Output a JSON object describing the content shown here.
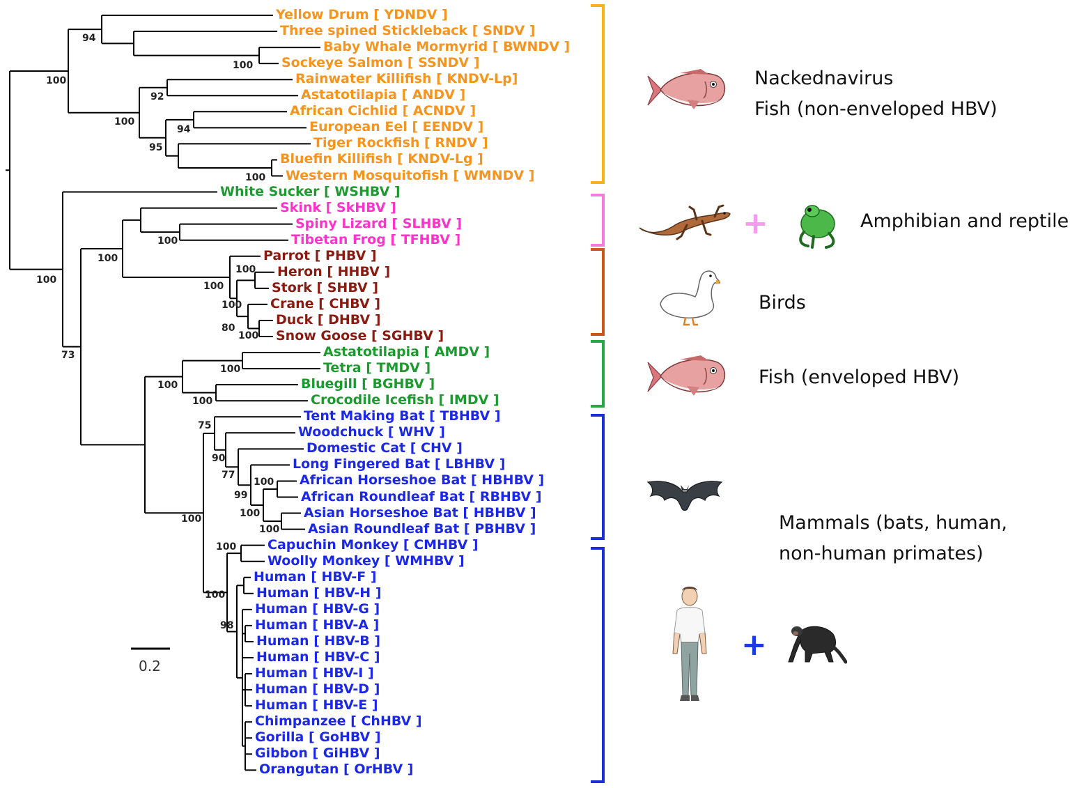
{
  "colors": {
    "orange": "#f7941d",
    "green": "#1d9a2f",
    "magenta": "#ff33cc",
    "darkred": "#8b1a10",
    "blue": "#1c28e8",
    "bracket_fish_nonenveloped": "#f6b21b",
    "bracket_amphibian": "#f27bd9",
    "bracket_birds": "#c8581d",
    "bracket_fish_enveloped": "#27a844",
    "bracket_mammals": "#1c2fd6",
    "plus_pink": "#f99af0",
    "plus_blue": "#1c3ae8"
  },
  "taxa": [
    {
      "name": "Yellow Drum [ YDNDV ]",
      "color": "orange"
    },
    {
      "name": "Three spined Stickleback [ SNDV ]",
      "color": "orange"
    },
    {
      "name": "Baby Whale Mormyrid [ BWNDV ]",
      "color": "orange"
    },
    {
      "name": "Sockeye Salmon [ SSNDV ]",
      "color": "orange"
    },
    {
      "name": "Rainwater Killifish [ KNDV-Lp]",
      "color": "orange"
    },
    {
      "name": "Astatotilapia [ ANDV ]",
      "color": "orange"
    },
    {
      "name": "African Cichlid [ ACNDV ]",
      "color": "orange"
    },
    {
      "name": "European Eel [ EENDV ]",
      "color": "orange"
    },
    {
      "name": "Tiger Rockfish [ RNDV ]",
      "color": "orange"
    },
    {
      "name": "Bluefin Killifish [ KNDV-Lg ]",
      "color": "orange"
    },
    {
      "name": "Western Mosquitofish [ WMNDV ]",
      "color": "orange"
    },
    {
      "name": "White Sucker [ WSHBV ]",
      "color": "green"
    },
    {
      "name": "Skink [ SkHBV ]",
      "color": "magenta"
    },
    {
      "name": "Spiny Lizard [ SLHBV ]",
      "color": "magenta"
    },
    {
      "name": "Tibetan Frog [ TFHBV ]",
      "color": "magenta"
    },
    {
      "name": "Parrot [ PHBV ]",
      "color": "darkred"
    },
    {
      "name": "Heron [ HHBV ]",
      "color": "darkred"
    },
    {
      "name": "Stork [ SHBV ]",
      "color": "darkred"
    },
    {
      "name": "Crane [ CHBV ]",
      "color": "darkred"
    },
    {
      "name": "Duck [ DHBV ]",
      "color": "darkred"
    },
    {
      "name": "Snow Goose [ SGHBV ]",
      "color": "darkred"
    },
    {
      "name": "Astatotilapia [ AMDV ]",
      "color": "green"
    },
    {
      "name": "Tetra [ TMDV ]",
      "color": "green"
    },
    {
      "name": "Bluegill [ BGHBV ]",
      "color": "green"
    },
    {
      "name": "Crocodile Icefish [ IMDV ]",
      "color": "green"
    },
    {
      "name": "Tent Making Bat [ TBHBV ]",
      "color": "blue"
    },
    {
      "name": "Woodchuck [ WHV ]",
      "color": "blue"
    },
    {
      "name": "Domestic Cat [ CHV ]",
      "color": "blue"
    },
    {
      "name": "Long Fingered Bat [ LBHBV ]",
      "color": "blue"
    },
    {
      "name": "African Horseshoe Bat [ HBHBV ]",
      "color": "blue"
    },
    {
      "name": "African Roundleaf Bat [ RBHBV ]",
      "color": "blue"
    },
    {
      "name": "Asian Horseshoe Bat [ HBHBV ]",
      "color": "blue"
    },
    {
      "name": "Asian Roundleaf Bat [ PBHBV ]",
      "color": "blue"
    },
    {
      "name": "Capuchin Monkey [ CMHBV ]",
      "color": "blue"
    },
    {
      "name": "Woolly Monkey [ WMHBV ]",
      "color": "blue"
    },
    {
      "name": "Human [ HBV-F ]",
      "color": "blue"
    },
    {
      "name": "Human [ HBV-H ]",
      "color": "blue"
    },
    {
      "name": "Human [ HBV-G ]",
      "color": "blue"
    },
    {
      "name": "Human [ HBV-A ]",
      "color": "blue"
    },
    {
      "name": "Human [ HBV-B ]",
      "color": "blue"
    },
    {
      "name": "Human [ HBV-C ]",
      "color": "blue"
    },
    {
      "name": "Human [ HBV-I ]",
      "color": "blue"
    },
    {
      "name": "Human [ HBV-D ]",
      "color": "blue"
    },
    {
      "name": "Human [ HBV-E ]",
      "color": "blue"
    },
    {
      "name": "Chimpanzee [ ChHBV ]",
      "color": "blue"
    },
    {
      "name": "Gorilla [ GoHBV ]",
      "color": "blue"
    },
    {
      "name": "Gibbon [ GiHBV ]",
      "color": "blue"
    },
    {
      "name": "Orangutan [ OrHBV ]",
      "color": "blue"
    }
  ],
  "bootstrap_values": [
    "94",
    "100",
    "100",
    "92",
    "100",
    "94",
    "95",
    "100",
    "100",
    "100",
    "100",
    "100",
    "100",
    "80",
    "100",
    "100",
    "73",
    "100",
    "100",
    "100",
    "75",
    "90",
    "77",
    "100",
    "99",
    "100",
    "100",
    "100",
    "100",
    "100",
    "98"
  ],
  "scale_bar": "0.2",
  "groups": {
    "fish_nonenveloped": [
      "Nackednavirus",
      "Fish (non-enveloped HBV)"
    ],
    "amphibian_reptile": "Amphibian and reptile",
    "birds": "Birds",
    "fish_enveloped": "Fish (enveloped HBV)",
    "mammals": [
      "Mammals (bats, human,",
      "non-human primates)"
    ]
  },
  "plus_signs": [
    "+",
    "+"
  ],
  "icons": [
    "fish-icon",
    "lizard-icon",
    "frog-icon",
    "duck-icon",
    "fish-icon",
    "bat-icon",
    "human-icon",
    "chimpanzee-icon"
  ]
}
